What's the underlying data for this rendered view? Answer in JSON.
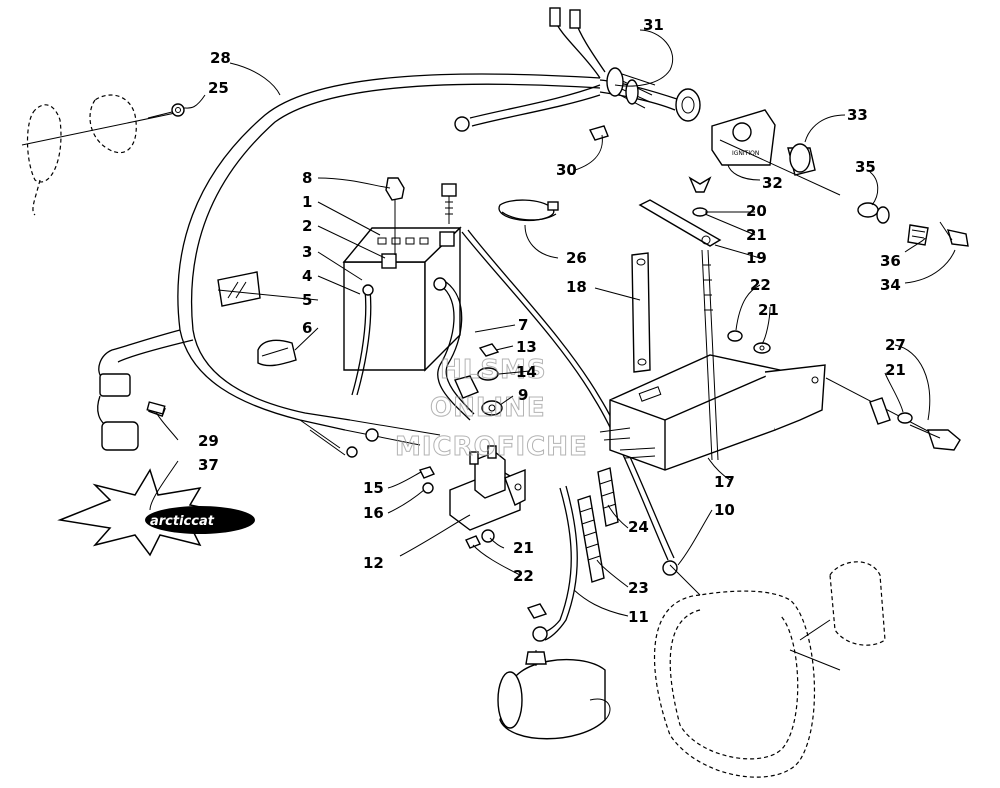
{
  "diagram": {
    "part_labels": [
      "28",
      "25",
      "31",
      "30",
      "33",
      "32",
      "35",
      "36",
      "34",
      "8",
      "1",
      "2",
      "3",
      "4",
      "5",
      "6",
      "7",
      "13",
      "14",
      "9",
      "26",
      "18",
      "20",
      "21",
      "19",
      "22",
      "21",
      "27",
      "21",
      "29",
      "37",
      "15",
      "16",
      "12",
      "21",
      "22",
      "24",
      "23",
      "11",
      "10",
      "17"
    ],
    "watermark": [
      "HLSMS",
      "ONLINE",
      "MICROFICHE"
    ],
    "logo_text": "arcticcat"
  }
}
